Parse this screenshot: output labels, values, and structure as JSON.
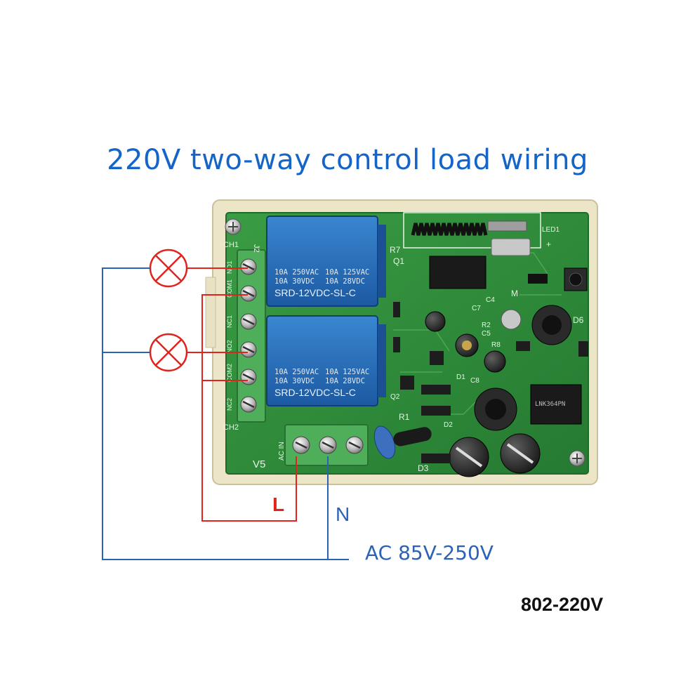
{
  "title": "220V two-way control load wiring",
  "model_label": "802-220V",
  "supply": {
    "live_label": "L",
    "neutral_label": "N",
    "range_label": "AC 85V-250V"
  },
  "board": {
    "terminal_block": {
      "header_ch1": "CH1",
      "header_j2": "J2",
      "footer_ch2": "CH2",
      "pins": [
        "NO1",
        "COM1",
        "NC1",
        "NO2",
        "COM2",
        "NC2"
      ]
    },
    "relays": [
      {
        "rating_left_1": "10A 250VAC",
        "rating_left_2": "10A 30VDC",
        "rating_right_1": "10A 125VAC",
        "rating_right_2": "10A 28VDC",
        "model": "SRD-12VDC-SL-C"
      },
      {
        "rating_left_1": "10A 250VAC",
        "rating_left_2": "10A 30VDC",
        "rating_right_1": "10A 125VAC",
        "rating_right_2": "10A 28VDC",
        "model": "SRD-12VDC-SL-C"
      }
    ],
    "power_input_label": "AC IN",
    "silkscreen": {
      "v5": "V5",
      "r7": "R7",
      "q1": "Q1",
      "led1": "LED1",
      "d6": "D6",
      "c7": "C7",
      "c4": "C4",
      "r2": "R2",
      "c5": "C5",
      "r8": "R8",
      "d1": "D1",
      "c8": "C8",
      "q2": "Q2",
      "r1": "R1",
      "d2": "D2",
      "d3": "D3",
      "m": "M",
      "plus": "+"
    },
    "chip_label": "LNK364PN"
  },
  "colors": {
    "title_blue": "#1565c8",
    "live_red": "#e0231d",
    "neutral_blue": "#2b62b8",
    "pcb_green": "#2f8f3a",
    "relay_blue": "#2468b4",
    "terminal_green": "#4fae5a",
    "lamp_red": "#e0231d",
    "case": "#ece5c8"
  },
  "icons": [
    "lamp-icon",
    "relay-icon",
    "terminal-screw-icon",
    "antenna-icon",
    "capacitor-icon",
    "inductor-icon",
    "button-icon",
    "mount-screw-icon"
  ]
}
